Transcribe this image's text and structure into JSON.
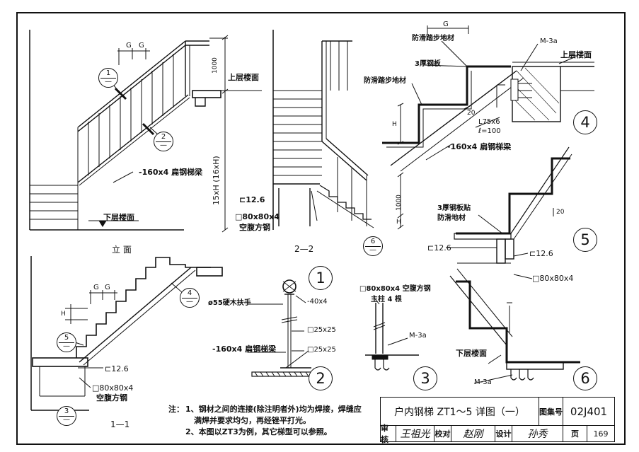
{
  "drawing": {
    "title": "户内钢梯 ZT1～5 详图（一）",
    "atlas_label": "图集号",
    "atlas_no": "02J401",
    "review_label": "审核",
    "reviewer": "王祖光",
    "check_label": "校对",
    "checker": "赵刚",
    "design_label": "设计",
    "designer": "孙秀",
    "page_label": "页",
    "page_no": "169"
  },
  "views": {
    "elevation_title": "立 面",
    "section22_title": "2—2",
    "section11_title": "1—1"
  },
  "labels": {
    "G": "G",
    "dim_1000": "1000",
    "upper_floor": "上层楼面",
    "lower_floor": "下层楼面",
    "stringer": "-160x4 扁钢梯梁",
    "height_total": "15xH (16xH)",
    "H": "H",
    "C126": "⊏12.6",
    "tube": "□80x80x4",
    "tube_name": "空腹方钢",
    "antislip": "防滑踏步地材",
    "plate3": "3厚钢板",
    "angle": "L75x6",
    "angle_len": "ℓ=100",
    "m3a": "M-3a",
    "mm20": "20",
    "plate_antislip_1": "3厚钢板贴",
    "plate_antislip_2": "防滑地材",
    "handrail": "ø55硬木扶手",
    "flat40": "-40x4",
    "sq25a": "□25x25",
    "sq25b": "□25x25",
    "post_tube": "□80x80x4 空腹方钢",
    "post_count": "主柱 4 根"
  },
  "detail_numbers": {
    "d1": "1",
    "d2": "2",
    "d3": "3",
    "d4": "4",
    "d5": "5",
    "d6": "6"
  },
  "refs": {
    "r1": "1",
    "r2": "2",
    "r3": "3",
    "r4": "4",
    "r5": "5",
    "r6": "6",
    "dash": "—"
  },
  "notes": {
    "label": "注：",
    "line1": "1、钢材之间的连接(除注明者外)均为焊接，焊缝应",
    "line2": "满焊并要求均匀，再经锉平打光。",
    "line3": "2、本图以ZT3为例，其它梯型可以参照。"
  }
}
